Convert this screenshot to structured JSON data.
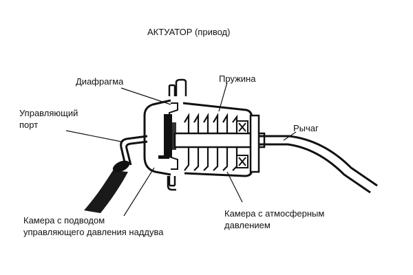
{
  "title": "АКТУАТОР (привод)",
  "labels": {
    "diaphragm": "Диафрагма",
    "spring": "Пружина",
    "control_port": "Управляющий\nпорт",
    "lever": "Рычаг",
    "boost_chamber": "Камера с подводом\nуправляющего давления наддува",
    "atm_chamber": "Камера с атмосферным\nдавлением"
  }
}
